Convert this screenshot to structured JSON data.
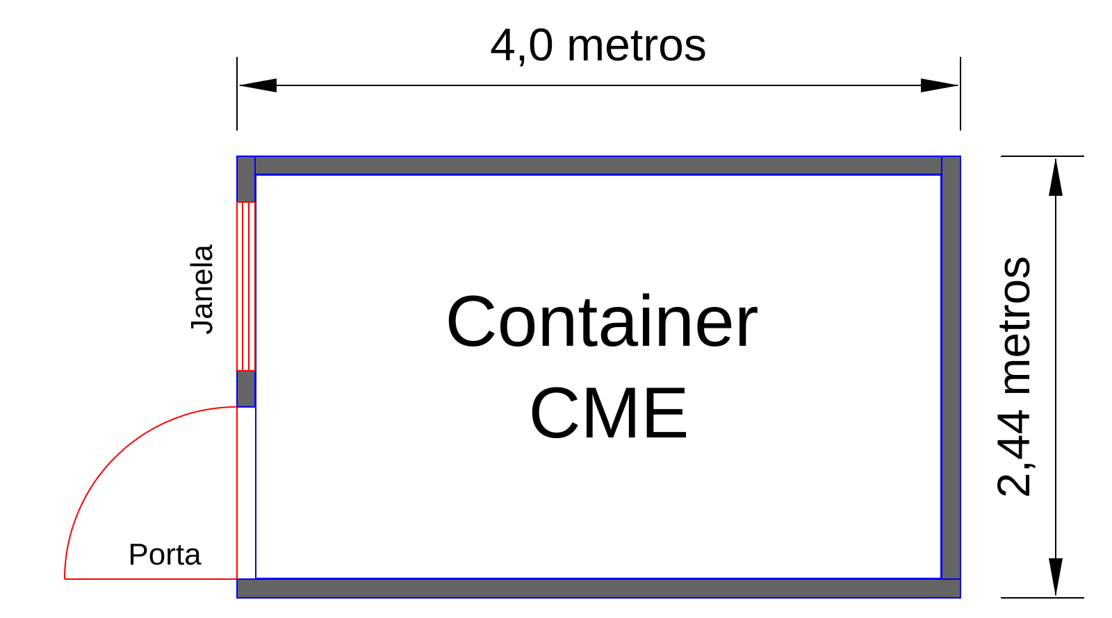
{
  "colors": {
    "wall_fill": "#646464",
    "wall_outline": "#0000ff",
    "opening_line": "#ff0000",
    "dimension_line": "#000000",
    "background": "#ffffff"
  },
  "dimensions": {
    "width_label": "4,0 metros",
    "height_label": "2,44 metros",
    "width_value_m": 4.0,
    "height_value_m": 2.44
  },
  "room": {
    "title_line1": "Container",
    "title_line2": "CME"
  },
  "openings": {
    "window_label": "Janela",
    "door_label": "Porta"
  }
}
